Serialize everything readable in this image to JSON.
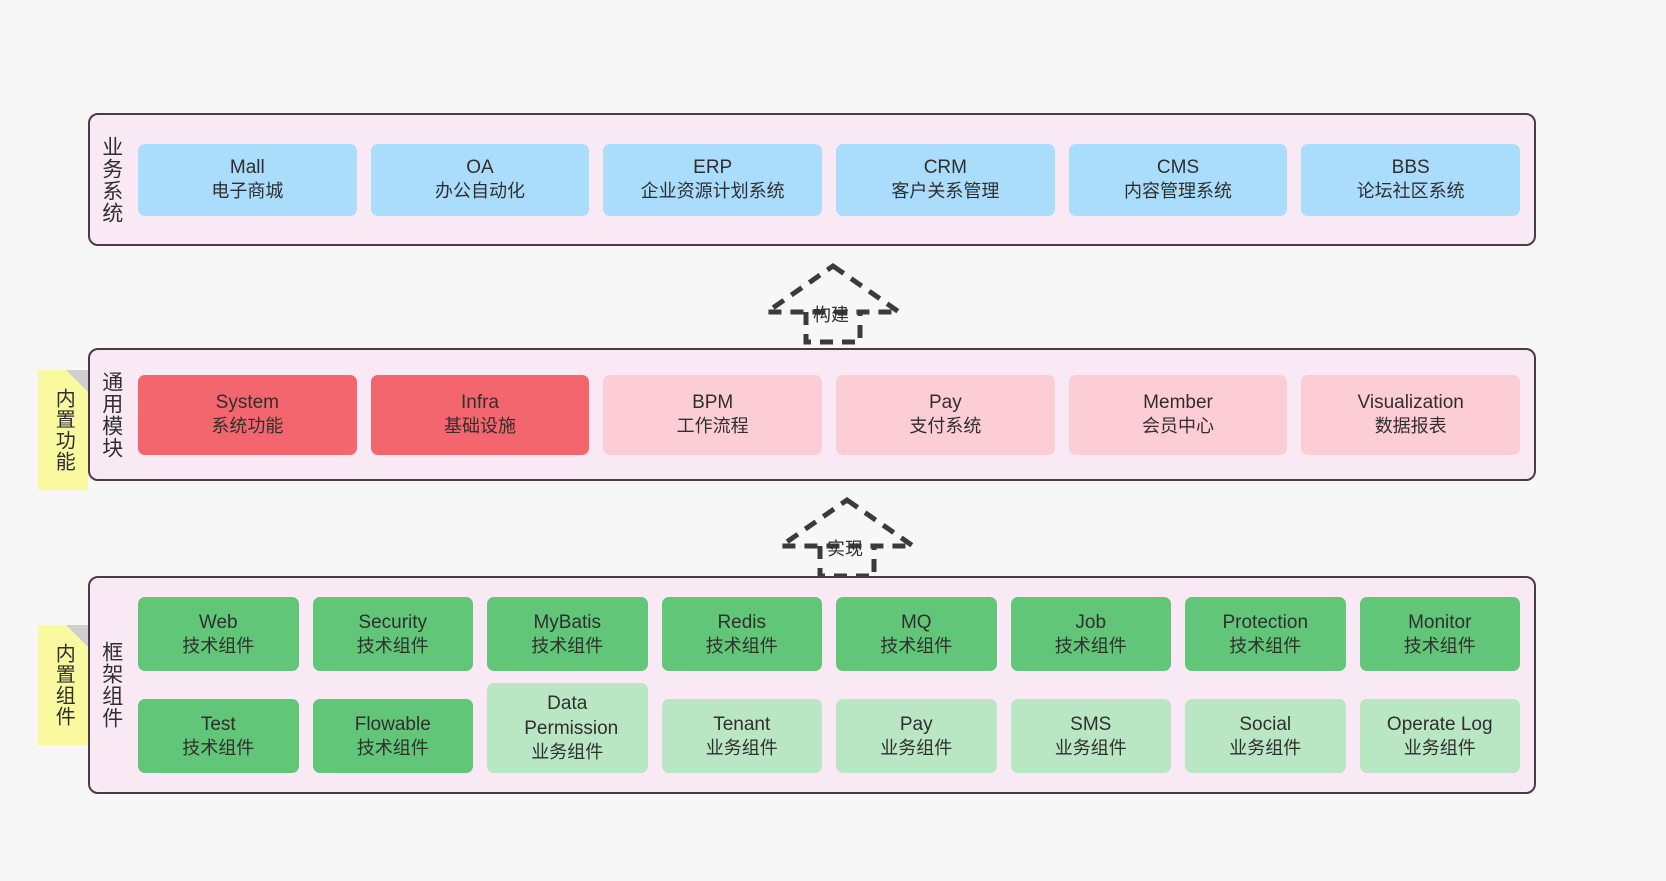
{
  "diagram": {
    "title": "系统架构分层图",
    "colors": {
      "background": "#f7f7f7",
      "layer_fill": "#f9e9f5",
      "layer_border": "#4a3b45",
      "business_card": "#aadcfb",
      "module_core": "#f4666e",
      "module_normal": "#fccdd4",
      "framework_tech": "#62c678",
      "framework_biz": "#b9e7c4",
      "note_fill": "#fbf9a0",
      "note_fold": "#cfcfcf"
    }
  },
  "layers": {
    "business": {
      "title": "业务系统",
      "cards": [
        {
          "en": "Mall",
          "cn": "电子商城"
        },
        {
          "en": "OA",
          "cn": "办公自动化"
        },
        {
          "en": "ERP",
          "cn": "企业资源计划系统"
        },
        {
          "en": "CRM",
          "cn": "客户关系管理"
        },
        {
          "en": "CMS",
          "cn": "内容管理系统"
        },
        {
          "en": "BBS",
          "cn": "论坛社区系统"
        }
      ]
    },
    "modules": {
      "title": "通用模块",
      "note": "内置功能",
      "cards": [
        {
          "en": "System",
          "cn": "系统功能",
          "variant": "core"
        },
        {
          "en": "Infra",
          "cn": "基础设施",
          "variant": "core"
        },
        {
          "en": "BPM",
          "cn": "工作流程",
          "variant": "normal"
        },
        {
          "en": "Pay",
          "cn": "支付系统",
          "variant": "normal"
        },
        {
          "en": "Member",
          "cn": "会员中心",
          "variant": "normal"
        },
        {
          "en": "Visualization",
          "cn": "数据报表",
          "variant": "normal"
        }
      ]
    },
    "framework": {
      "title": "框架组件",
      "note": "内置组件",
      "row1": [
        {
          "en": "Web",
          "cn": "技术组件",
          "variant": "tech"
        },
        {
          "en": "Security",
          "cn": "技术组件",
          "variant": "tech"
        },
        {
          "en": "MyBatis",
          "cn": "技术组件",
          "variant": "tech"
        },
        {
          "en": "Redis",
          "cn": "技术组件",
          "variant": "tech"
        },
        {
          "en": "MQ",
          "cn": "技术组件",
          "variant": "tech"
        },
        {
          "en": "Job",
          "cn": "技术组件",
          "variant": "tech"
        },
        {
          "en": "Protection",
          "cn": "技术组件",
          "variant": "tech"
        },
        {
          "en": "Monitor",
          "cn": "技术组件",
          "variant": "tech"
        }
      ],
      "row2": [
        {
          "en": "Test",
          "cn": "技术组件",
          "variant": "tech"
        },
        {
          "en": "Flowable",
          "cn": "技术组件",
          "variant": "tech"
        },
        {
          "en": "Data Permission",
          "cn": "业务组件",
          "variant": "biz"
        },
        {
          "en": "Tenant",
          "cn": "业务组件",
          "variant": "biz"
        },
        {
          "en": "Pay",
          "cn": "业务组件",
          "variant": "biz"
        },
        {
          "en": "SMS",
          "cn": "业务组件",
          "variant": "biz"
        },
        {
          "en": "Social",
          "cn": "业务组件",
          "variant": "biz"
        },
        {
          "en": "Operate Log",
          "cn": "业务组件",
          "variant": "biz"
        }
      ]
    }
  },
  "connectors": [
    {
      "label": "构建",
      "from": "modules",
      "to": "business"
    },
    {
      "label": "实现",
      "from": "framework",
      "to": "modules"
    }
  ]
}
